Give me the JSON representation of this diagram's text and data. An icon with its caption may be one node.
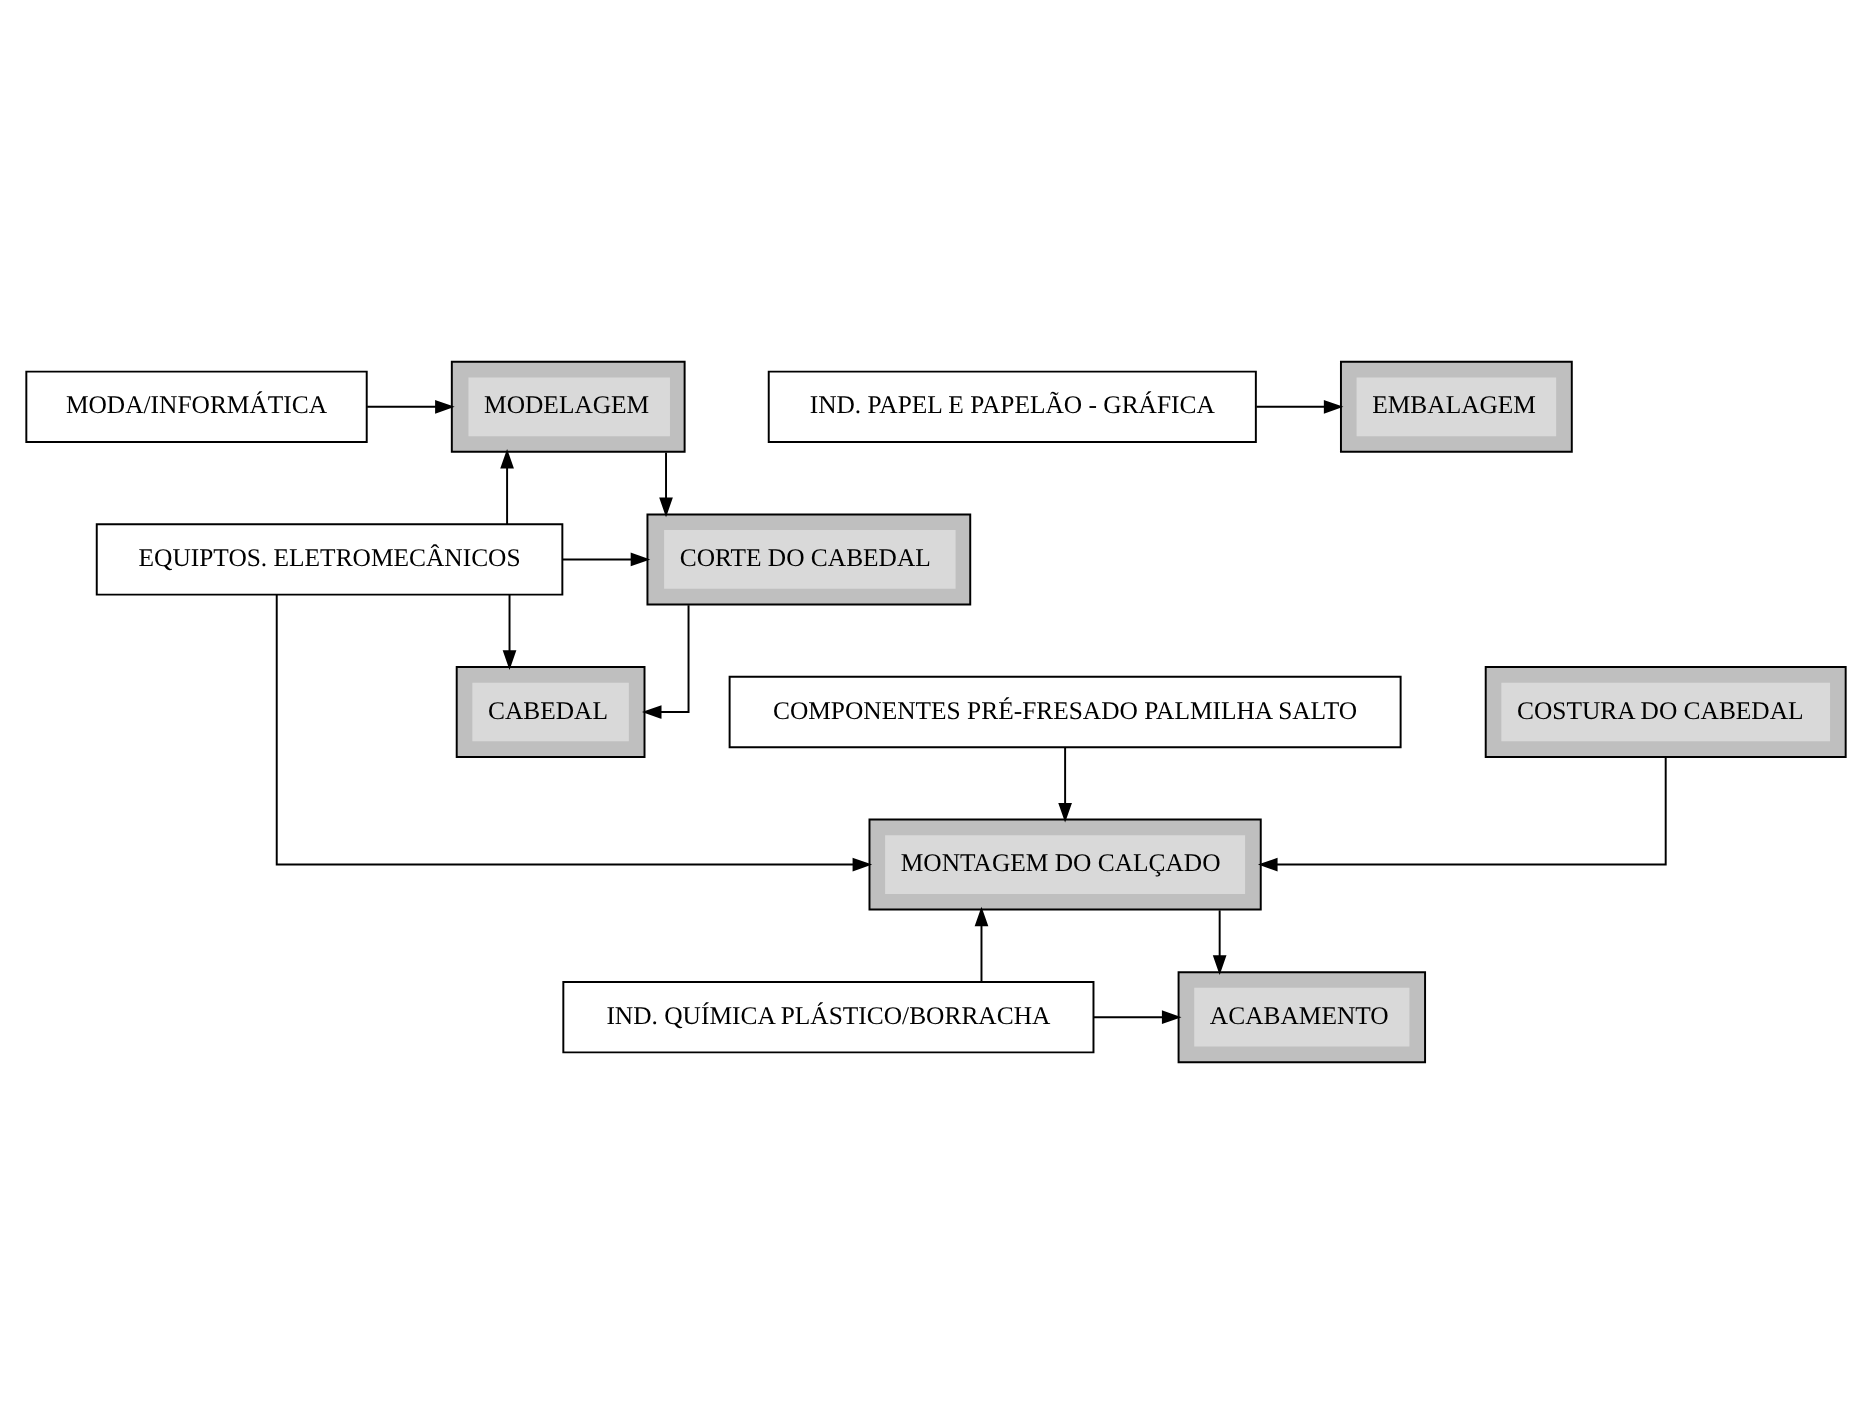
{
  "diagram": {
    "nodes": [
      {
        "text": [
          "MODELAGEM"
        ]
      },
      {
        "text": [
          "MODA/INFORMÁTICA"
        ]
      },
      {
        "text": [
          "CORTE DO CABEDAL"
        ]
      },
      {
        "text": [
          "EQUIPTOS. ELETROMECÂNICOS"
        ]
      },
      {
        "text": [
          "COMPONENTES PRÉ-FRESADO PALMILHA SALTO"
        ]
      },
      {
        "text": [
          "CABEDAL"
        ]
      },
      {
        "text": [
          "COSTURA DO CABEDAL"
        ]
      },
      {
        "text": [
          "MONTAGEM DO CALÇADO"
        ]
      },
      {
        "text": [
          "ACABAMENTO"
        ]
      },
      {
        "text": [
          "IND. QUÍMICA PLÁSTICO/BORRACHA"
        ]
      },
      {
        "text": [
          "EMBALAGEM"
        ]
      },
      {
        "text": [
          "IND. PAPEL E PAPELÃO - GRÁFICA"
        ]
      }
    ],
    "edges": [
      {
        "from": 1,
        "to": 0,
        "arrow": "to"
      },
      {
        "from": 3,
        "to": 0,
        "arrow": "to"
      },
      {
        "from": 0,
        "to": 2,
        "arrow": "to"
      },
      {
        "from": 3,
        "to": 2,
        "arrow": "to"
      },
      {
        "from": 2,
        "to": 5,
        "arrow": "to"
      },
      {
        "from": 3,
        "to": 5,
        "arrow": "to"
      },
      {
        "from": 3,
        "to": 7,
        "arrow": "to"
      },
      {
        "from": 4,
        "to": 7,
        "arrow": "to"
      },
      {
        "from": 6,
        "to": 7,
        "arrow": "to"
      },
      {
        "from": 7,
        "to": 8,
        "arrow": "to"
      },
      {
        "from": 9,
        "to": 7,
        "arrow": "to"
      },
      {
        "from": 9,
        "to": 8,
        "arrow": "to"
      },
      {
        "from": 11,
        "to": 10,
        "arrow": "to"
      }
    ]
  }
}
